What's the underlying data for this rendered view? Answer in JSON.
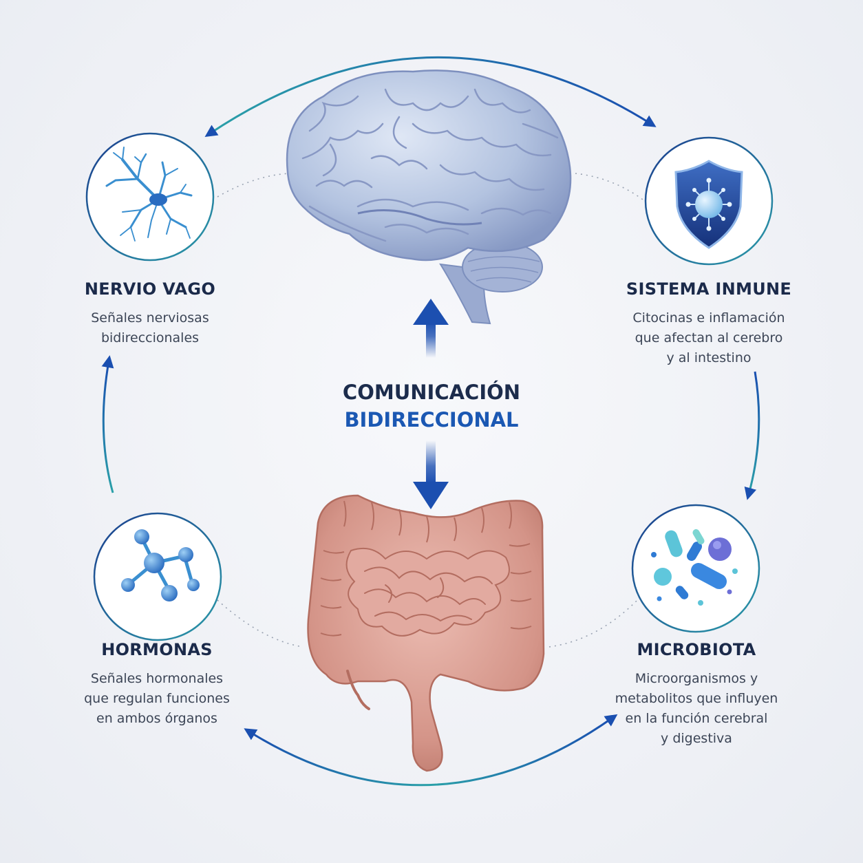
{
  "center": {
    "line1": "COMUNICACIÓN",
    "line2": "BIDIRECCIONAL"
  },
  "nodes": {
    "nervio_vago": {
      "title": "NERVIO VAGO",
      "desc": [
        "Señales nerviosas",
        "bidireccionales"
      ],
      "icon": "neuron-icon"
    },
    "sistema_inmune": {
      "title": "SISTEMA INMUNE",
      "desc": [
        "Citocinas e inflamación",
        "que afectan al cerebro",
        "y al intestino"
      ],
      "icon": "shield-cell-icon"
    },
    "hormonas": {
      "title": "HORMONAS",
      "desc": [
        "Señales hormonales",
        "que regulan funciones",
        "en ambos órganos"
      ],
      "icon": "molecule-icon"
    },
    "microbiota": {
      "title": "MICROBIOTA",
      "desc": [
        "Microorganismos y",
        "metabolitos que influyen",
        "en la función cerebral",
        "y digestiva"
      ],
      "icon": "bacteria-icon"
    }
  },
  "organs": {
    "top": "brain-icon",
    "bottom": "intestine-icon"
  },
  "colors": {
    "navy": "#1b2a4a",
    "blue": "#1b58b3",
    "teal": "#2a9aa8",
    "brain": "#a9b9d8",
    "gut": "#d69a8f"
  }
}
